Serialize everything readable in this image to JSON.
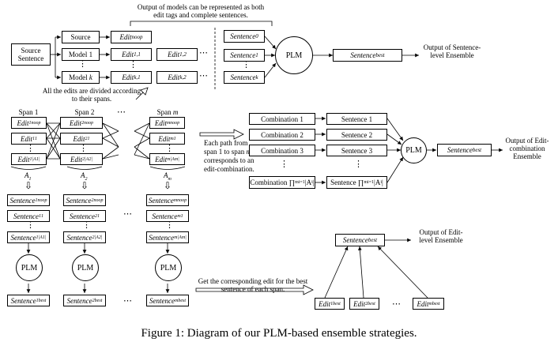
{
  "top_note": "Output of models can be represented as both edit tags and complete sentences.",
  "source_sentence": "Source Sentence",
  "models": [
    "Source",
    "Model 1",
    "Model k"
  ],
  "edits": {
    "noop": "Edit_noop",
    "e11": "Edit_1,1",
    "e12": "Edit_1,2",
    "ek1": "Edit_k,1",
    "ek2": "Edit_k,2"
  },
  "sentences_top": [
    "Sentence_0",
    "Sentence_1",
    "Sentence_k"
  ],
  "plm": "PLM",
  "sentence_best": "Sentence_best",
  "output_sentence_level": "Output of Sentence-level Ensemble",
  "divided_note": "All the edits are divided according to their spans.",
  "spans": [
    "Span 1",
    "Span 2",
    "Span m"
  ],
  "span_edits": [
    [
      "Edit^1_noop",
      "Edit^1_1",
      "Edit^1_|A1|"
    ],
    [
      "Edit^2_noop",
      "Edit^2_1",
      "Edit^2_|A2|"
    ],
    [
      "Edit^m_noop",
      "Edit^m_1",
      "Edit^m_|Am|"
    ]
  ],
  "span_sets": [
    "A_1",
    "A_2",
    "A_m"
  ],
  "span_sentences": [
    [
      "Sentence^1_noop",
      "Sentence^1_1",
      "Sentence^1_|A1|"
    ],
    [
      "Sentence^2_noop",
      "Sentence^2_1",
      "Sentence^2_|A2|"
    ],
    [
      "Sentence^m_noop",
      "Sentence^m_1",
      "Sentence^m_|Am|"
    ]
  ],
  "span_best": [
    "Sentence^1_best",
    "Sentence^2_best",
    "Sentence^m_best"
  ],
  "path_note": "Each path from span 1 to span m corresponds to an edit-combination.",
  "combinations": [
    "Combination 1",
    "Combination 2",
    "Combination 3",
    "Combination ∏_{i=1}^m |A_i|"
  ],
  "comb_sentences": [
    "Sentence 1",
    "Sentence 2",
    "Sentence 3",
    "Sentence ∏_{i=1}^m |A_i|"
  ],
  "output_edit_combination": "Output of Edit-combination Ensemble",
  "corresponding_note": "Get the corresponding edit for the best sentence of each span.",
  "edit_best": [
    "Edit^1_best",
    "Edit^2_best",
    "Edit^m_best"
  ],
  "output_edit_level": "Output of Edit-level Ensemble",
  "caption": "Figure 1: Diagram of our PLM-based ensemble strategies."
}
